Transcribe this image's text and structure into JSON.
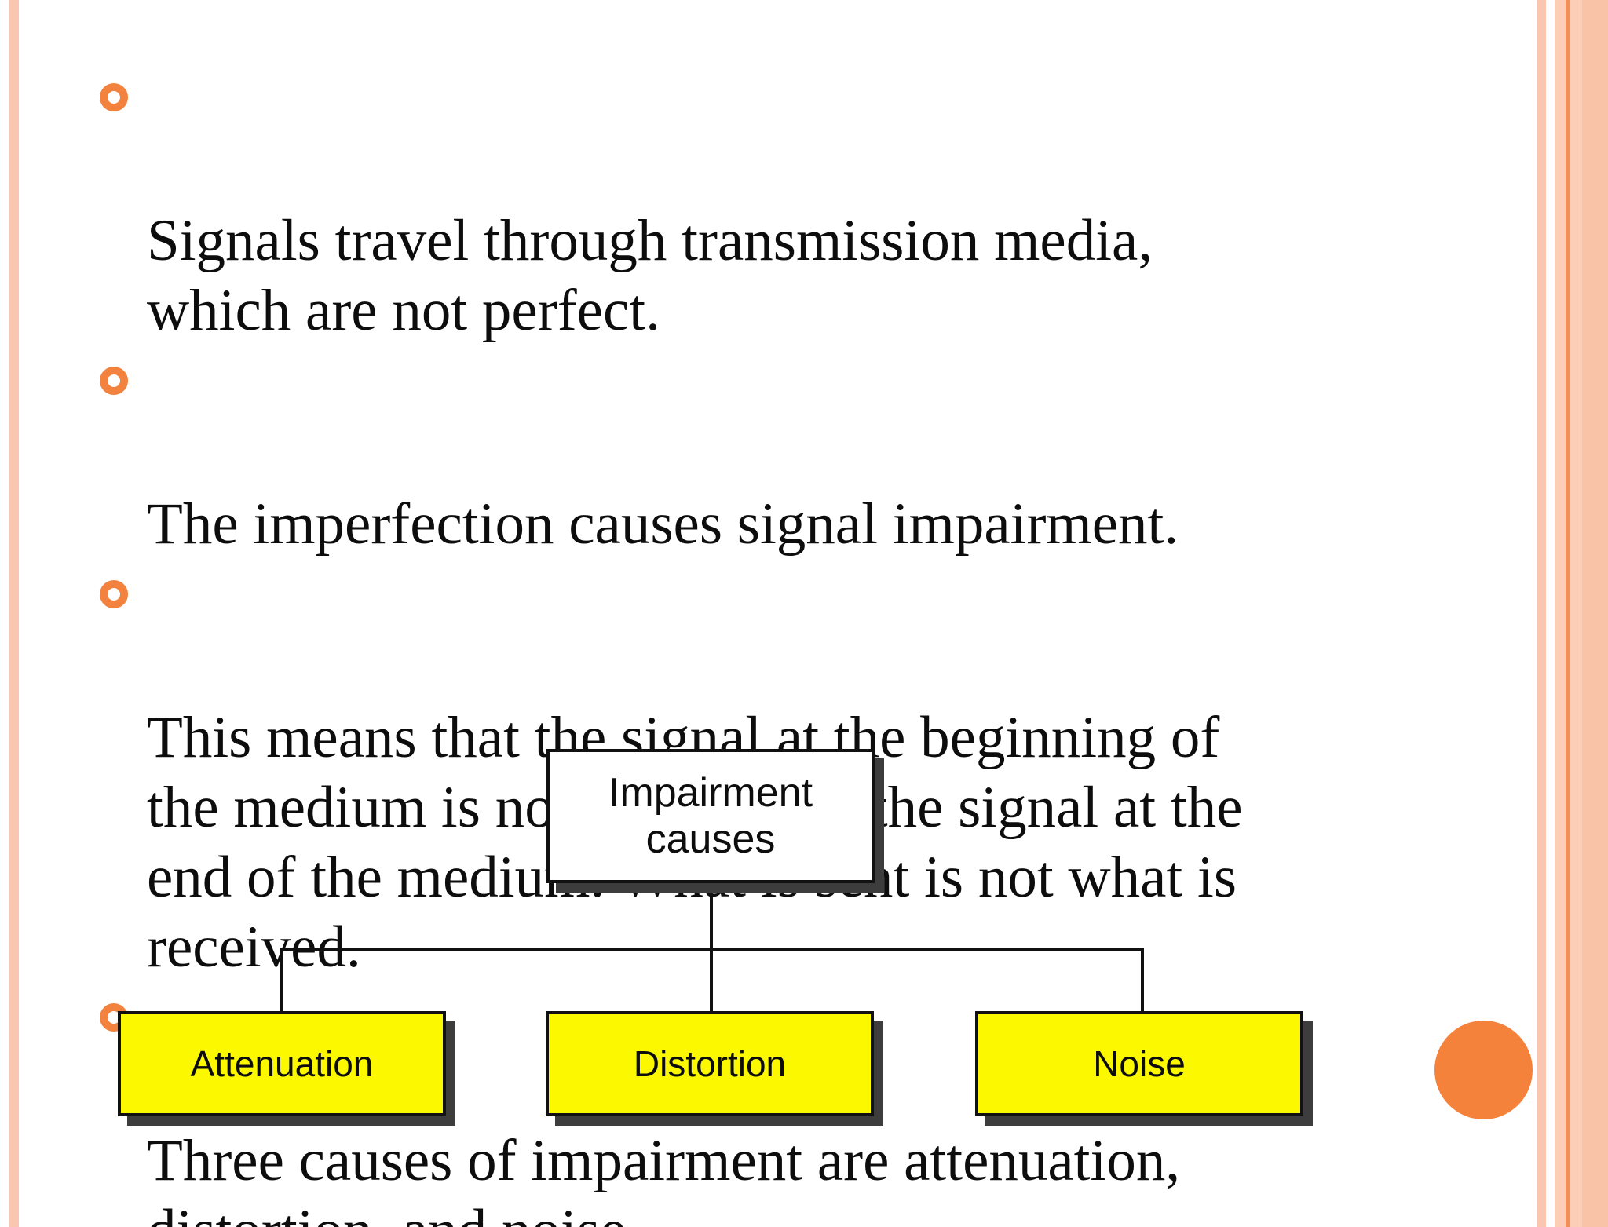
{
  "slide": {
    "bullets": [
      {
        "text": "Signals travel through transmission media,\nwhich are not perfect."
      },
      {
        "text": "The imperfection causes signal impairment."
      },
      {
        "text": "This means that the signal at the beginning of\nthe medium is not the same as the signal at the\nend of the medium. What is sent is not what is\nreceived."
      },
      {
        "text": "Three causes of impairment are attenuation,\ndistortion, and noise."
      }
    ],
    "diagram": {
      "root": {
        "label": "Impairment\ncauses"
      },
      "leaves": [
        {
          "label": "Attenuation"
        },
        {
          "label": "Distortion"
        },
        {
          "label": "Noise"
        }
      ]
    }
  },
  "colors": {
    "accent_orange": "#F5823B",
    "bullet_orange": "#F2823E",
    "stripe_peach": "#F9C6AF",
    "band_peach": "#FCCDB7",
    "band_line": "#F0905B",
    "band_shade": "#F9C3A7",
    "box_yellow": "#FBF800",
    "shadow_gray": "#3D3D3D",
    "line_black": "#111111",
    "text_black": "#0D0D0D"
  }
}
